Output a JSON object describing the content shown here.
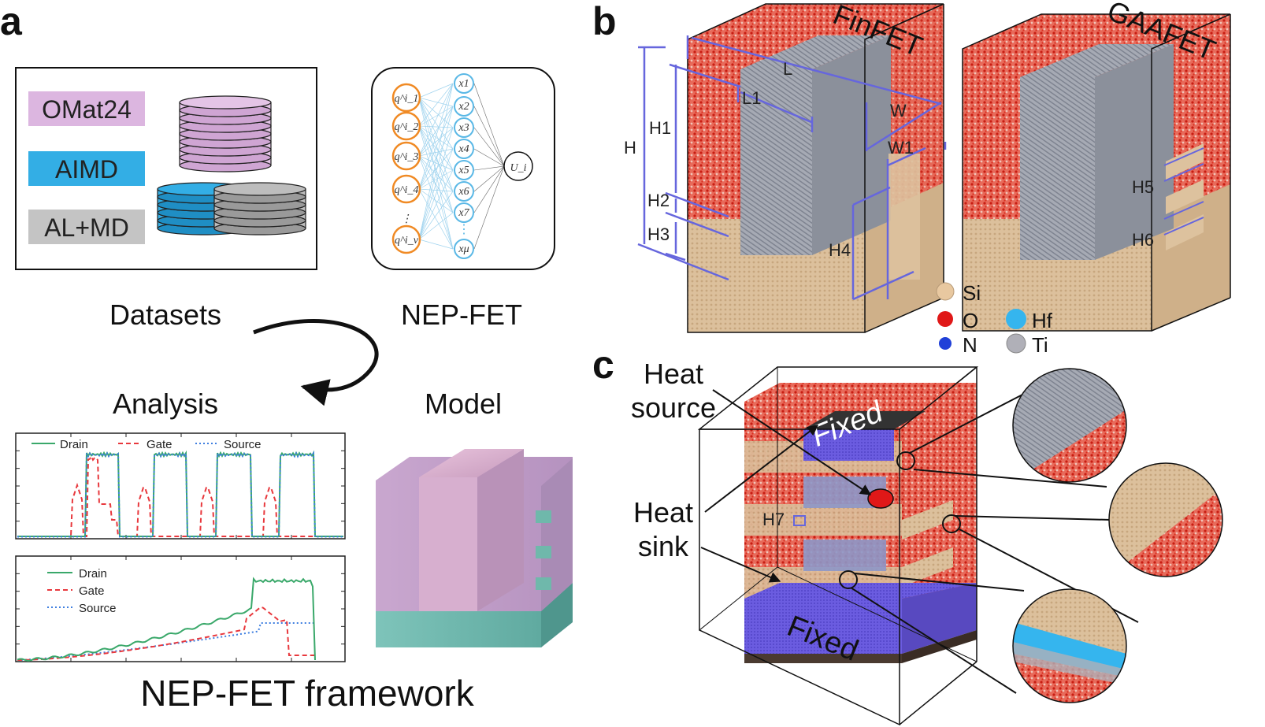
{
  "panels": {
    "a": "a",
    "b": "b",
    "c": "c"
  },
  "datasets": {
    "items": [
      {
        "label": "OMat24",
        "color": "#dcb6e0"
      },
      {
        "label": "AIMD",
        "color": "#33aee5"
      },
      {
        "label": "AL+MD",
        "color": "#b8b8b8"
      }
    ]
  },
  "network": {
    "inputs": [
      "q^i_1",
      "q^i_2",
      "q^i_3",
      "q^i_4",
      "q^i_v"
    ],
    "hidden": [
      "x1",
      "x2",
      "x3",
      "x4",
      "x5",
      "x6",
      "x7",
      "xμ"
    ],
    "output": "U_i"
  },
  "captions": {
    "datasets": "Datasets",
    "nep_fet": "NEP-FET",
    "analysis": "Analysis",
    "model": "Model",
    "framework": "NEP-FET framework"
  },
  "plot_legend": {
    "drain": "Drain",
    "gate": "Gate",
    "source": "Source"
  },
  "colors": {
    "drain": "#3aa86a",
    "gate": "#e8383d",
    "source": "#3f7fe0",
    "oxide": "#e05540",
    "silicon": "#ddc29e",
    "metal": "#9aa0aa",
    "nitride": "#6a55d8",
    "dimension": "#6666dd"
  },
  "panel_b": {
    "finfet_title": "FinFET",
    "gaafet_title": "GAAFET",
    "dims": {
      "L": "L",
      "L1": "L1",
      "W": "W",
      "W1": "W1",
      "H": "H",
      "H1": "H1",
      "H2": "H2",
      "H3": "H3",
      "H4": "H4",
      "H5": "H5",
      "H6": "H6"
    },
    "legend": [
      {
        "symbol": "Si",
        "color": "#e8c8a0"
      },
      {
        "symbol": "O",
        "color": "#e01818"
      },
      {
        "symbol": "N",
        "color": "#2040d8"
      },
      {
        "symbol": "Hf",
        "color": "#35b5ee"
      },
      {
        "symbol": "Ti",
        "color": "#b0b0b8"
      }
    ]
  },
  "panel_c": {
    "heat_source": [
      "Heat",
      "source"
    ],
    "heat_sink": [
      "Heat",
      "sink"
    ],
    "fixed_top": "Fixed",
    "fixed_bottom": "Fixed",
    "h7": "H7"
  }
}
